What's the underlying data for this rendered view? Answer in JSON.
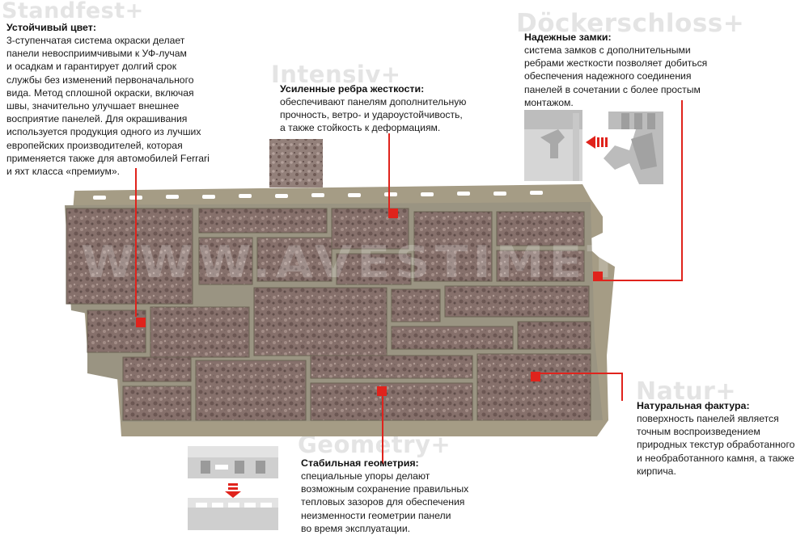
{
  "features": {
    "standfest": {
      "brand": "Standfest+",
      "title": "Устойчивый цвет:",
      "text": "3-ступенчатая система окраски делает\nпанели невосприимчивыми к УФ-лучам\nи осадкам и гарантирует долгий срок\nслужбы без изменений первоначального\nвида. Метод сплошной окраски, включая\nшвы, значительно улучшает внешнее\nвосприятие панелей. Для окрашивания\nиспользуется продукция одного из лучших\nевропейских производителей, которая\nприменяется также для автомобилей Ferrari\nи яхт класса «премиум»."
    },
    "intensiv": {
      "brand": "Intensiv+",
      "title": "Усиленные ребра жесткости:",
      "text": "обеспечивают панелям дополнительную\nпрочность, ветро- и удароустойчивость,\nа также стойкость к деформациям."
    },
    "dockerschloss": {
      "brand": "Döckerschloss+",
      "title": "Надежные замки:",
      "text": "система замков с дополнительными\nребрами жесткости позволяет добиться\nобеспечения надежного соединения\nпанелей в сочетании с более простым\nмонтажом."
    },
    "natur": {
      "brand": "Natur+",
      "title": "Натуральная фактура:",
      "text": "поверхность панелей является\nточным воспроизведением\nприродных текстур обработанного\nи необработанного камня, а также\nкирпича."
    },
    "geometry": {
      "brand": "Geometry+",
      "title": "Стабильная геометрия:",
      "text": "специальные упоры делают\nвозможным  сохранение правильных\nтепловых зазоров для обеспечения\nнеизменности геометрии панели\nво время эксплуатации."
    }
  },
  "watermark": "WWW.AVESTIMET.RU",
  "colors": {
    "accent": "#e0231c",
    "stone": "#8a6f6a",
    "mortar": "#9a9482",
    "flange": "#a59c85"
  }
}
